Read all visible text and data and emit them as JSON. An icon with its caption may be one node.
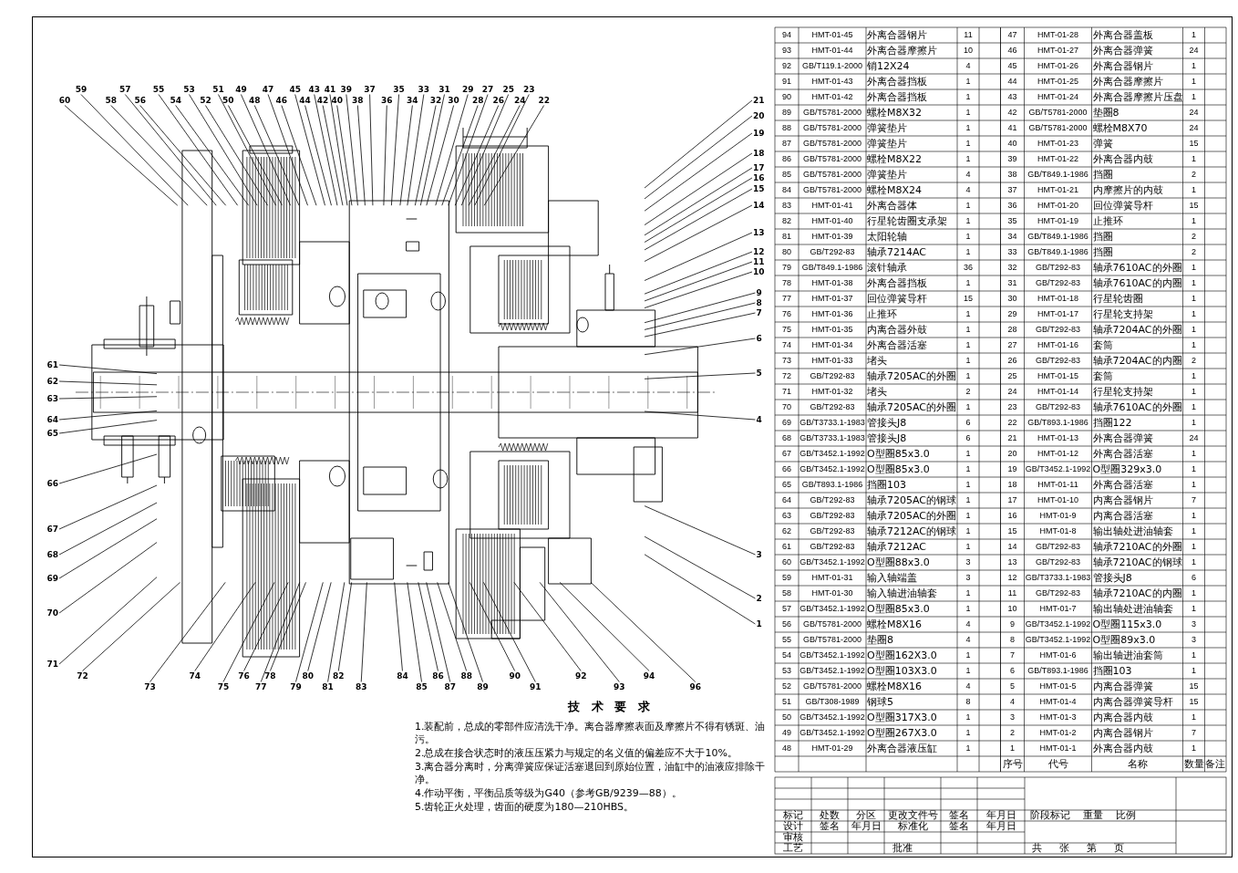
{
  "diagram": {
    "nodes": [
      {
        "text": [
          "1"
        ]
      },
      {
        "text": [
          "2"
        ]
      },
      {
        "text": [
          "3"
        ]
      },
      {
        "text": [
          "4"
        ]
      },
      {
        "text": [
          "5"
        ]
      },
      {
        "text": [
          "6"
        ]
      },
      {
        "text": [
          "7"
        ]
      },
      {
        "text": [
          "8"
        ]
      },
      {
        "text": [
          "9"
        ]
      },
      {
        "text": [
          "10"
        ]
      },
      {
        "text": [
          "11"
        ]
      },
      {
        "text": [
          "12"
        ]
      },
      {
        "text": [
          "13"
        ]
      },
      {
        "text": [
          "14"
        ]
      },
      {
        "text": [
          "15"
        ]
      },
      {
        "text": [
          "16"
        ]
      },
      {
        "text": [
          "17"
        ]
      },
      {
        "text": [
          "18"
        ]
      },
      {
        "text": [
          "19"
        ]
      },
      {
        "text": [
          "20"
        ]
      },
      {
        "text": [
          "21"
        ]
      },
      {
        "text": [
          "22"
        ]
      },
      {
        "text": [
          "23"
        ]
      },
      {
        "text": [
          "24"
        ]
      },
      {
        "text": [
          "25"
        ]
      },
      {
        "text": [
          "26"
        ]
      },
      {
        "text": [
          "27"
        ]
      },
      {
        "text": [
          "28"
        ]
      },
      {
        "text": [
          "29"
        ]
      },
      {
        "text": [
          "30"
        ]
      },
      {
        "text": [
          "31"
        ]
      },
      {
        "text": [
          "32"
        ]
      },
      {
        "text": [
          "33"
        ]
      },
      {
        "text": [
          "34"
        ]
      },
      {
        "text": [
          "35"
        ]
      },
      {
        "text": [
          "36"
        ]
      },
      {
        "text": [
          "37"
        ]
      },
      {
        "text": [
          "38"
        ]
      },
      {
        "text": [
          "39"
        ]
      },
      {
        "text": [
          "40"
        ]
      },
      {
        "text": [
          "41"
        ]
      },
      {
        "text": [
          "42"
        ]
      },
      {
        "text": [
          "43"
        ]
      },
      {
        "text": [
          "44"
        ]
      },
      {
        "text": [
          "45"
        ]
      },
      {
        "text": [
          "46"
        ]
      },
      {
        "text": [
          "47"
        ]
      },
      {
        "text": [
          "48"
        ]
      },
      {
        "text": [
          "49"
        ]
      },
      {
        "text": [
          "50"
        ]
      },
      {
        "text": [
          "51"
        ]
      },
      {
        "text": [
          "52"
        ]
      },
      {
        "text": [
          "53"
        ]
      },
      {
        "text": [
          "54"
        ]
      },
      {
        "text": [
          "55"
        ]
      },
      {
        "text": [
          "56"
        ]
      },
      {
        "text": [
          "57"
        ]
      },
      {
        "text": [
          "58"
        ]
      },
      {
        "text": [
          "59"
        ]
      },
      {
        "text": [
          "60"
        ]
      },
      {
        "text": [
          "61"
        ]
      },
      {
        "text": [
          "62"
        ]
      },
      {
        "text": [
          "63"
        ]
      },
      {
        "text": [
          "64"
        ]
      },
      {
        "text": [
          "65"
        ]
      },
      {
        "text": [
          "66"
        ]
      },
      {
        "text": [
          "67"
        ]
      },
      {
        "text": [
          "68"
        ]
      },
      {
        "text": [
          "69"
        ]
      },
      {
        "text": [
          "70"
        ]
      },
      {
        "text": [
          "71"
        ]
      },
      {
        "text": [
          "72"
        ]
      },
      {
        "text": [
          "73"
        ]
      },
      {
        "text": [
          "74"
        ]
      },
      {
        "text": [
          "75"
        ]
      },
      {
        "text": [
          "76"
        ]
      },
      {
        "text": [
          "77"
        ]
      },
      {
        "text": [
          "78"
        ]
      },
      {
        "text": [
          "79"
        ]
      },
      {
        "text": [
          "80"
        ]
      },
      {
        "text": [
          "81"
        ]
      },
      {
        "text": [
          "82"
        ]
      },
      {
        "text": [
          "83"
        ]
      },
      {
        "text": [
          "84"
        ]
      },
      {
        "text": [
          "85"
        ]
      },
      {
        "text": [
          "86"
        ]
      },
      {
        "text": [
          "87"
        ]
      },
      {
        "text": [
          "88"
        ]
      },
      {
        "text": [
          "89"
        ]
      },
      {
        "text": [
          "90"
        ]
      },
      {
        "text": [
          "91"
        ]
      },
      {
        "text": [
          "92"
        ]
      },
      {
        "text": [
          "93"
        ]
      },
      {
        "text": [
          "94"
        ]
      },
      {
        "text": [
          "96"
        ]
      }
    ],
    "edges": [
      {
        "from": 0,
        "to": null,
        "arrow": "none"
      },
      {
        "from": 1,
        "to": null,
        "arrow": "none"
      },
      {
        "from": 2,
        "to": null,
        "arrow": "none"
      },
      {
        "from": 3,
        "to": null,
        "arrow": "none"
      },
      {
        "from": 4,
        "to": null,
        "arrow": "none"
      },
      {
        "from": 5,
        "to": null,
        "arrow": "none"
      },
      {
        "from": 6,
        "to": null,
        "arrow": "none"
      },
      {
        "from": 7,
        "to": null,
        "arrow": "none"
      },
      {
        "from": 8,
        "to": null,
        "arrow": "none"
      },
      {
        "from": 9,
        "to": null,
        "arrow": "none"
      },
      {
        "from": 10,
        "to": null,
        "arrow": "none"
      },
      {
        "from": 11,
        "to": null,
        "arrow": "none"
      },
      {
        "from": 12,
        "to": null,
        "arrow": "none"
      },
      {
        "from": 13,
        "to": null,
        "arrow": "none"
      },
      {
        "from": 14,
        "to": null,
        "arrow": "none"
      },
      {
        "from": 15,
        "to": null,
        "arrow": "none"
      },
      {
        "from": 16,
        "to": null,
        "arrow": "none"
      },
      {
        "from": 17,
        "to": null,
        "arrow": "none"
      },
      {
        "from": 18,
        "to": null,
        "arrow": "none"
      },
      {
        "from": 19,
        "to": null,
        "arrow": "none"
      },
      {
        "from": 20,
        "to": null,
        "arrow": "none"
      },
      {
        "from": 21,
        "to": null,
        "arrow": "none"
      },
      {
        "from": 22,
        "to": null,
        "arrow": "none"
      },
      {
        "from": 23,
        "to": null,
        "arrow": "none"
      },
      {
        "from": 24,
        "to": null,
        "arrow": "none"
      },
      {
        "from": 25,
        "to": null,
        "arrow": "none"
      },
      {
        "from": 26,
        "to": null,
        "arrow": "none"
      },
      {
        "from": 27,
        "to": null,
        "arrow": "none"
      },
      {
        "from": 28,
        "to": null,
        "arrow": "none"
      },
      {
        "from": 29,
        "to": null,
        "arrow": "none"
      },
      {
        "from": 30,
        "to": null,
        "arrow": "none"
      },
      {
        "from": 31,
        "to": null,
        "arrow": "none"
      },
      {
        "from": 32,
        "to": null,
        "arrow": "none"
      },
      {
        "from": 33,
        "to": null,
        "arrow": "none"
      },
      {
        "from": 34,
        "to": null,
        "arrow": "none"
      },
      {
        "from": 35,
        "to": null,
        "arrow": "none"
      },
      {
        "from": 36,
        "to": null,
        "arrow": "none"
      },
      {
        "from": 37,
        "to": null,
        "arrow": "none"
      },
      {
        "from": 38,
        "to": null,
        "arrow": "none"
      },
      {
        "from": 39,
        "to": null,
        "arrow": "none"
      },
      {
        "from": 40,
        "to": null,
        "arrow": "none"
      },
      {
        "from": 41,
        "to": null,
        "arrow": "none"
      },
      {
        "from": 42,
        "to": null,
        "arrow": "none"
      },
      {
        "from": 43,
        "to": null,
        "arrow": "none"
      },
      {
        "from": 44,
        "to": null,
        "arrow": "none"
      },
      {
        "from": 45,
        "to": null,
        "arrow": "none"
      },
      {
        "from": 46,
        "to": null,
        "arrow": "none"
      },
      {
        "from": 47,
        "to": null,
        "arrow": "none"
      },
      {
        "from": 48,
        "to": null,
        "arrow": "none"
      },
      {
        "from": 49,
        "to": null,
        "arrow": "none"
      },
      {
        "from": 50,
        "to": null,
        "arrow": "none"
      },
      {
        "from": 51,
        "to": null,
        "arrow": "none"
      },
      {
        "from": 52,
        "to": null,
        "arrow": "none"
      },
      {
        "from": 53,
        "to": null,
        "arrow": "none"
      },
      {
        "from": 54,
        "to": null,
        "arrow": "none"
      },
      {
        "from": 55,
        "to": null,
        "arrow": "none"
      },
      {
        "from": 56,
        "to": null,
        "arrow": "none"
      },
      {
        "from": 57,
        "to": null,
        "arrow": "none"
      },
      {
        "from": 58,
        "to": null,
        "arrow": "none"
      },
      {
        "from": 59,
        "to": null,
        "arrow": "none"
      },
      {
        "from": 60,
        "to": null,
        "arrow": "none"
      },
      {
        "from": 61,
        "to": null,
        "arrow": "none"
      },
      {
        "from": 62,
        "to": null,
        "arrow": "none"
      },
      {
        "from": 63,
        "to": null,
        "arrow": "none"
      },
      {
        "from": 64,
        "to": null,
        "arrow": "none"
      },
      {
        "from": 65,
        "to": null,
        "arrow": "none"
      },
      {
        "from": 66,
        "to": null,
        "arrow": "none"
      },
      {
        "from": 67,
        "to": null,
        "arrow": "none"
      },
      {
        "from": 68,
        "to": null,
        "arrow": "none"
      },
      {
        "from": 69,
        "to": null,
        "arrow": "none"
      },
      {
        "from": 70,
        "to": null,
        "arrow": "none"
      },
      {
        "from": 71,
        "to": null,
        "arrow": "none"
      },
      {
        "from": 72,
        "to": null,
        "arrow": "none"
      },
      {
        "from": 73,
        "to": null,
        "arrow": "none"
      },
      {
        "from": 74,
        "to": null,
        "arrow": "none"
      },
      {
        "from": 75,
        "to": null,
        "arrow": "none"
      },
      {
        "from": 76,
        "to": null,
        "arrow": "none"
      },
      {
        "from": 77,
        "to": null,
        "arrow": "none"
      },
      {
        "from": 78,
        "to": null,
        "arrow": "none"
      },
      {
        "from": 79,
        "to": null,
        "arrow": "none"
      },
      {
        "from": 80,
        "to": null,
        "arrow": "none"
      },
      {
        "from": 81,
        "to": null,
        "arrow": "none"
      },
      {
        "from": 82,
        "to": null,
        "arrow": "none"
      },
      {
        "from": 83,
        "to": null,
        "arrow": "none"
      },
      {
        "from": 84,
        "to": null,
        "arrow": "none"
      },
      {
        "from": 85,
        "to": null,
        "arrow": "none"
      },
      {
        "from": 86,
        "to": null,
        "arrow": "none"
      },
      {
        "from": 87,
        "to": null,
        "arrow": "none"
      },
      {
        "from": 88,
        "to": null,
        "arrow": "none"
      },
      {
        "from": 89,
        "to": null,
        "arrow": "none"
      },
      {
        "from": 90,
        "to": null,
        "arrow": "none"
      },
      {
        "from": 91,
        "to": null,
        "arrow": "none"
      },
      {
        "from": 92,
        "to": null,
        "arrow": "none"
      },
      {
        "from": 93,
        "to": null,
        "arrow": "none"
      },
      {
        "from": 94,
        "to": null,
        "arrow": "none"
      }
    ],
    "labels": [
      "技 术 要 求",
      "1.装配前，总成的零部件应清洗干净。离合器摩擦表面及摩擦片不得有锈斑、油污。",
      "2.总成在接合状态时的液压压紧力与规定的名义值的偏差应不大于10%。",
      "3.离合器分离时，分离弹簧应保证活塞退回到原始位置，油缸中的油液应排除干净。",
      "4.作动平衡，平衡品质等级为G40（参考GB/9239—88）。",
      "5.齿轮正火处理，齿面的硬度为180—210HBS。",
      "94",
      "HMT-01-45",
      "外离合器钢片",
      "11",
      "93",
      "HMT-01-44",
      "外离合器摩擦片",
      "10",
      "92",
      "GB/T119.1-2000",
      "销12X24",
      "4",
      "91",
      "HMT-01-43",
      "外离合器挡板",
      "1",
      "90",
      "HMT-01-42",
      "外离合器挡板",
      "1",
      "89",
      "GB/T5781-2000",
      "螺栓M8X32",
      "1",
      "88",
      "GB/T5781-2000",
      "弹簧垫片",
      "1",
      "87",
      "GB/T5781-2000",
      "弹簧垫片",
      "1",
      "86",
      "GB/T5781-2000",
      "螺栓M8X22",
      "1",
      "85",
      "GB/T5781-2000",
      "弹簧垫片",
      "4",
      "84",
      "GB/T5781-2000",
      "螺栓M8X24",
      "4",
      "83",
      "HMT-01-41",
      "外离合器体",
      "1",
      "82",
      "HMT-01-40",
      "行星轮齿圈支承架",
      "1",
      "81",
      "HMT-01-39",
      "太阳轮轴",
      "1",
      "80",
      "GB/T292-83",
      "轴承7214AC",
      "1",
      "79",
      "GB/T849.1-1986",
      "滚针轴承",
      "36",
      "78",
      "HMT-01-38",
      "外离合器挡板",
      "1",
      "77",
      "HMT-01-37",
      "回位弹簧导杆",
      "15",
      "76",
      "HMT-01-36",
      "止推环",
      "1",
      "75",
      "HMT-01-35",
      "内离合器外鼓",
      "1",
      "74",
      "HMT-01-34",
      "外离合器活塞",
      "1",
      "73",
      "HMT-01-33",
      "堵头",
      "1",
      "72",
      "GB/T292-83",
      "轴承7205AC的外圈",
      "1",
      "71",
      "HMT-01-32",
      "堵头",
      "2",
      "70",
      "GB/T292-83",
      "轴承7205AC的外圈",
      "1",
      "69",
      "GB/T3733.1-1983",
      "管接头J8",
      "6",
      "68",
      "GB/T3733.1-1983",
      "管接头J8",
      "6",
      "67",
      "GB/T3452.1-1992",
      "O型圈85x3.0",
      "1",
      "66",
      "GB/T3452.1-1992",
      "O型圈85x3.0",
      "1",
      "65",
      "GB/T893.1-1986",
      "挡圈103",
      "1",
      "64",
      "GB/T292-83",
      "轴承7205AC的钢球",
      "1",
      "63",
      "GB/T292-83",
      "轴承7205AC的外圈",
      "1",
      "62",
      "GB/T292-83",
      "轴承7212AC的钢球",
      "1",
      "61",
      "GB/T292-83",
      "轴承7212AC",
      "1",
      "60",
      "GB/T3452.1-1992",
      "O型圈88x3.0",
      "3",
      "59",
      "HMT-01-31",
      "输入轴端盖",
      "3",
      "58",
      "HMT-01-30",
      "输入轴进油轴套",
      "1",
      "57",
      "GB/T3452.1-1992",
      "O型圈85x3.0",
      "1",
      "56",
      "GB/T5781-2000",
      "螺栓M8X16",
      "4",
      "55",
      "GB/T5781-2000",
      "垫圈8",
      "4",
      "54",
      "GB/T3452.1-1992",
      "O型圈162X3.0",
      "1",
      "53",
      "GB/T3452.1-1992",
      "O型圈103X3.0",
      "1",
      "52",
      "GB/T5781-2000",
      "螺栓M8X16",
      "4",
      "51",
      "GB/T308-1989",
      "钢球5",
      "8",
      "50",
      "GB/T3452.1-1992",
      "O型圈317X3.0",
      "1",
      "49",
      "GB/T3452.1-1992",
      "O型圈267X3.0",
      "1",
      "48",
      "HMT-01-29",
      "外离合器液压缸",
      "1",
      "47",
      "HMT-01-28",
      "外离合器盖板",
      "1",
      "46",
      "HMT-01-27",
      "外离合器弹簧",
      "24",
      "45",
      "HMT-01-26",
      "外离合器钢片",
      "1",
      "44",
      "HMT-01-25",
      "外离合器摩擦片",
      "1",
      "43",
      "HMT-01-24",
      "外离合器摩擦片压盘",
      "1",
      "42",
      "GB/T5781-2000",
      "垫圈8",
      "24",
      "41",
      "GB/T5781-2000",
      "螺栓M8X70",
      "24",
      "40",
      "HMT-01-23",
      "弹簧",
      "15",
      "39",
      "HMT-01-22",
      "外离合器内鼓",
      "1",
      "38",
      "GB/T849.1-1986",
      "挡圈",
      "2",
      "37",
      "HMT-01-21",
      "内摩擦片的内鼓",
      "1",
      "36",
      "HMT-01-20",
      "回位弹簧导杆",
      "15",
      "35",
      "HMT-01-19",
      "止推环",
      "1",
      "34",
      "GB/T849.1-1986",
      "挡圈",
      "2",
      "33",
      "GB/T849.1-1986",
      "挡圈",
      "2",
      "32",
      "GB/T292-83",
      "轴承7610AC的外圈",
      "1",
      "31",
      "GB/T292-83",
      "轴承7610AC的内圈",
      "1",
      "30",
      "HMT-01-18",
      "行星轮齿圈",
      "1",
      "29",
      "HMT-01-17",
      "行星轮支持架",
      "1",
      "28",
      "GB/T292-83",
      "轴承7204AC的外圈",
      "1",
      "27",
      "HMT-01-16",
      "套筒",
      "1",
      "26",
      "GB/T292-83",
      "轴承7204AC的内圈",
      "2",
      "25",
      "HMT-01-15",
      "套筒",
      "1",
      "24",
      "HMT-01-14",
      "行星轮支持架",
      "1",
      "23",
      "GB/T292-83",
      "轴承7610AC的外圈",
      "1",
      "22",
      "GB/T893.1-1986",
      "挡圈122",
      "1",
      "21",
      "HMT-01-13",
      "外离合器弹簧",
      "24",
      "20",
      "HMT-01-12",
      "外离合器活塞",
      "1",
      "19",
      "GB/T3452.1-1992",
      "O型圈329x3.0",
      "1",
      "18",
      "HMT-01-11",
      "外离合器活塞",
      "1",
      "17",
      "HMT-01-10",
      "内离合器钢片",
      "7",
      "16",
      "HMT-01-9",
      "内离合器活塞",
      "1",
      "15",
      "HMT-01-8",
      "输出轴处进油轴套",
      "1",
      "14",
      "GB/T292-83",
      "轴承7210AC的外圈",
      "1",
      "13",
      "GB/T292-83",
      "轴承7210AC的钢球",
      "1",
      "12",
      "GB/T3733.1-1983",
      "管接头J8",
      "6",
      "11",
      "GB/T292-83",
      "轴承7210AC的内圈",
      "1",
      "10",
      "HMT-01-7",
      "输出轴处进油轴套",
      "1",
      "9",
      "GB/T3452.1-1992",
      "O型圈115x3.0",
      "3",
      "8",
      "GB/T3452.1-1992",
      "O型圈89x3.0",
      "3",
      "7",
      "HMT-01-6",
      "输出轴进油套筒",
      "1",
      "6",
      "GB/T893.1-1986",
      "挡圈103",
      "1",
      "5",
      "HMT-01-5",
      "内离合器弹簧",
      "15",
      "4",
      "HMT-01-4",
      "内离合器弹簧导杆",
      "15",
      "3",
      "HMT-01-3",
      "内离合器内鼓",
      "1",
      "2",
      "HMT-01-2",
      "内离合器钢片",
      "7",
      "1",
      "HMT-01-1",
      "外离合器内鼓",
      "1",
      "序号",
      "代号",
      "名称",
      "数量",
      "备注",
      "标记",
      "处数",
      "分区",
      "更改文件号",
      "签名",
      "年月日",
      "设计",
      "签名",
      "年月日",
      "标准化",
      "签名",
      "年月日",
      "阶段标记",
      "重量",
      "比例",
      "审核",
      "工艺",
      "批准",
      "共",
      "张",
      "第",
      "页"
    ]
  }
}
